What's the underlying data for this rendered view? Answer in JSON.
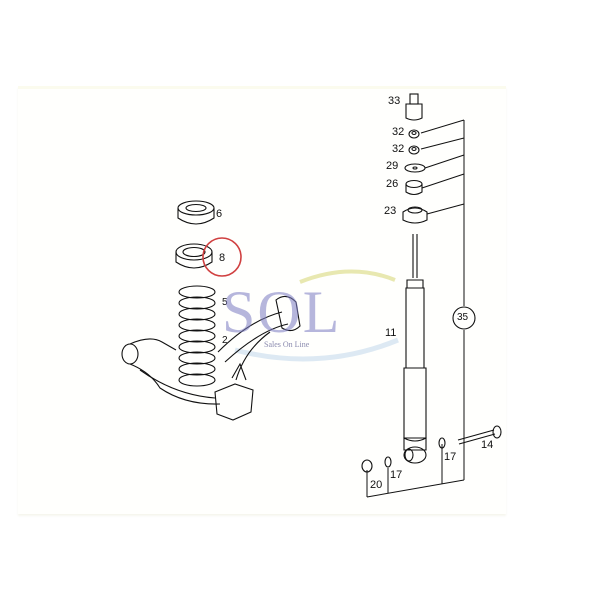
{
  "diagram": {
    "type": "exploded-parts-view",
    "subject": "Rear shock absorber and coil spring assembly",
    "labels": {
      "p33": "33",
      "p32a": "32",
      "p32b": "32",
      "p29": "29",
      "p26": "26",
      "p23": "23",
      "p11": "11",
      "p35": "35",
      "p14": "14",
      "p17a": "17",
      "p17b": "17",
      "p20": "20",
      "p6": "6",
      "p8": "8",
      "p5": "5",
      "p2": "2"
    },
    "highlight": {
      "part": "8",
      "color": "#d04040"
    },
    "group_callout": {
      "label": "35",
      "style": "circled"
    }
  },
  "watermark": {
    "logo": "SOL",
    "tagline": "Sales On Line",
    "color": "#7b7bc2"
  }
}
